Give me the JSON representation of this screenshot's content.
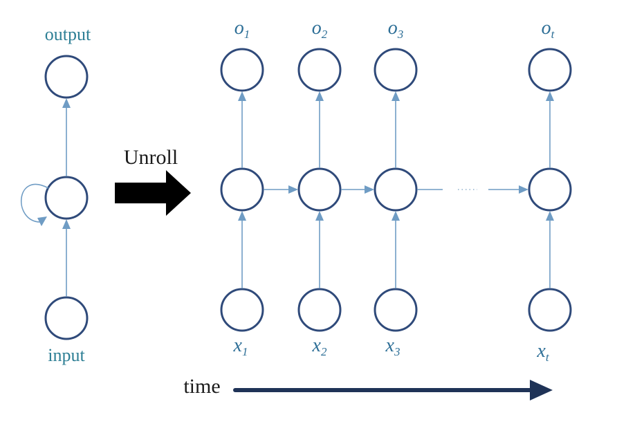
{
  "labels": {
    "output": "output",
    "input": "input",
    "unroll": "Unroll",
    "time": "time"
  },
  "outputs": [
    {
      "base": "o",
      "sub": "1"
    },
    {
      "base": "o",
      "sub": "2"
    },
    {
      "base": "o",
      "sub": "3"
    },
    {
      "base": "o",
      "sub": "t"
    }
  ],
  "inputs": [
    {
      "base": "x",
      "sub": "1"
    },
    {
      "base": "x",
      "sub": "2"
    },
    {
      "base": "x",
      "sub": "3"
    },
    {
      "base": "x",
      "sub": "t"
    }
  ],
  "gap_marker": "......",
  "colors": {
    "node_stroke": "#2f4a7a",
    "edge": "#6f9cc4",
    "teal_text": "#2e7f95",
    "variable_text": "#2e6f97",
    "unroll_arrow": "#000000",
    "time_arrow": "#1f3357"
  }
}
